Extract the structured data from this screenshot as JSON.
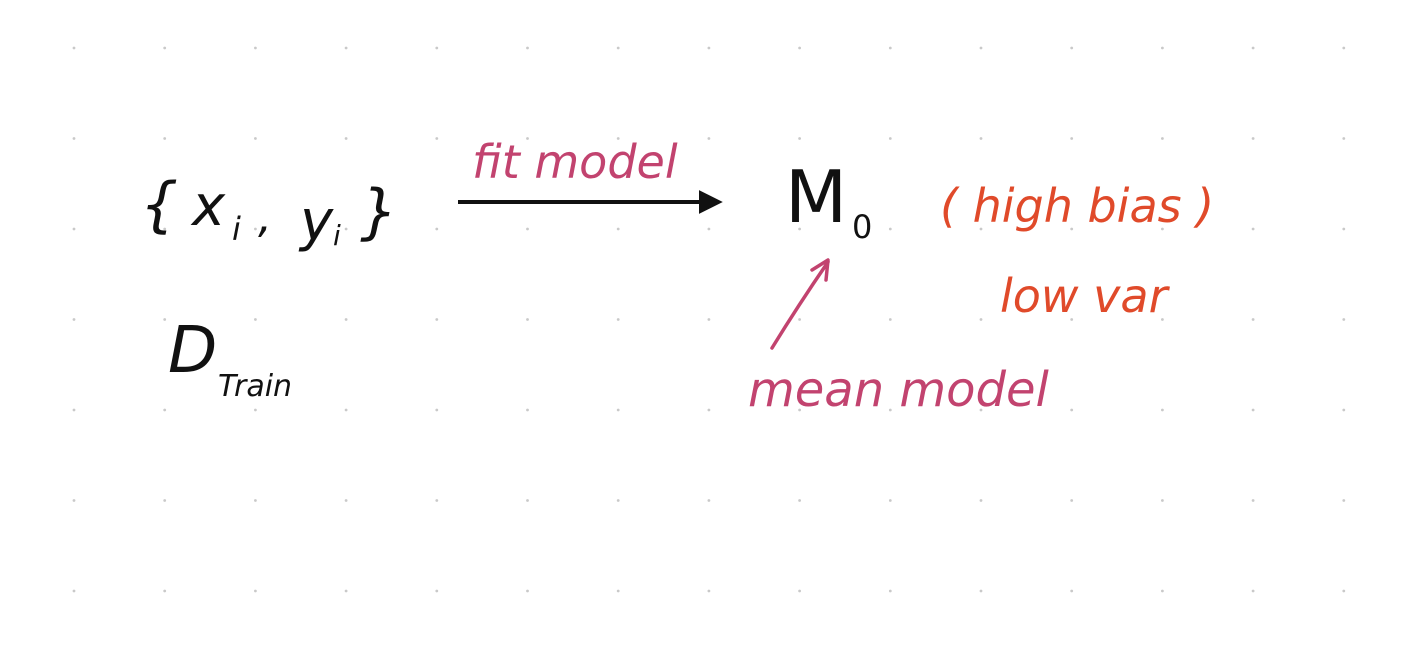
{
  "colors": {
    "background": "#ffffff",
    "grid_dot": "#c9c9c9",
    "black_ink": "#111111",
    "pink_ink": "#c2436f",
    "red_ink": "#e04a2a"
  },
  "diagram": {
    "dataset": {
      "open_brace": "{",
      "x": "x",
      "x_subscript": "i",
      "comma": ",",
      "y": "y",
      "y_subscript": "i",
      "close_brace": "}"
    },
    "train_set": {
      "symbol": "D",
      "subscript": "Train"
    },
    "arrow_label": "fit model",
    "model": {
      "symbol": "M",
      "subscript": "0"
    },
    "note_bias": "( high bias )",
    "note_var": "low var",
    "mean_model_label": "mean model"
  }
}
